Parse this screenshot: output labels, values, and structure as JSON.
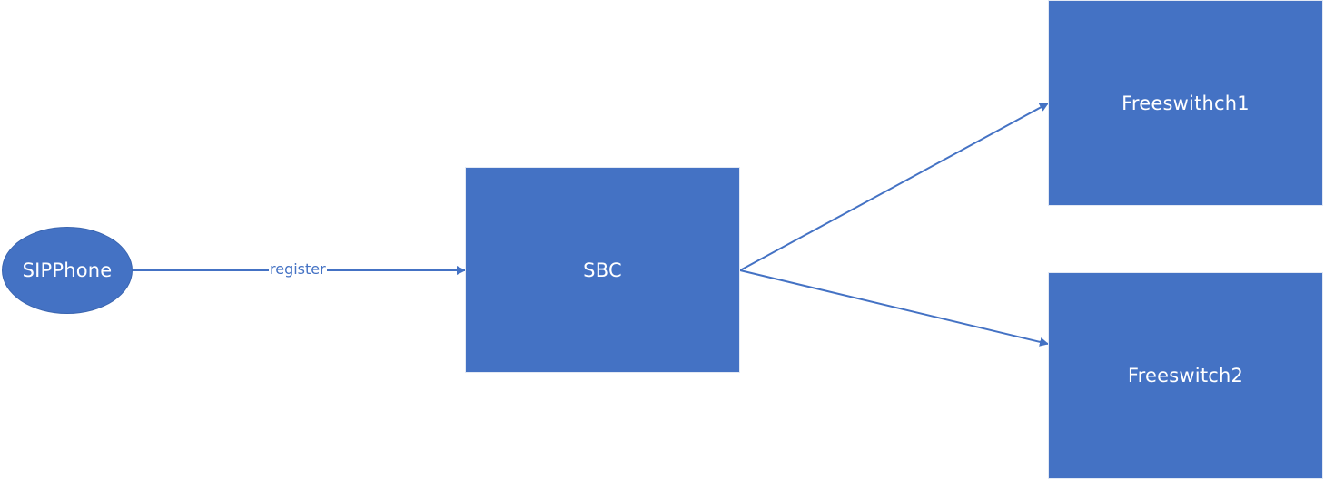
{
  "colors": {
    "node_fill": "#4472c4",
    "connector": "#4472c4",
    "node_text": "#ffffff"
  },
  "nodes": {
    "sipphone": {
      "label": "SIPPhone",
      "shape": "ellipse"
    },
    "sbc": {
      "label": "SBC",
      "shape": "rectangle"
    },
    "freeswitch1": {
      "label": "Freeswithch1",
      "shape": "rectangle"
    },
    "freeswitch2": {
      "label": "Freeswitch2",
      "shape": "rectangle"
    }
  },
  "edges": [
    {
      "from": "SIPPhone",
      "to": "SBC",
      "label": "register"
    },
    {
      "from": "SBC",
      "to": "Freeswithch1",
      "label": ""
    },
    {
      "from": "SBC",
      "to": "Freeswitch2",
      "label": ""
    }
  ]
}
